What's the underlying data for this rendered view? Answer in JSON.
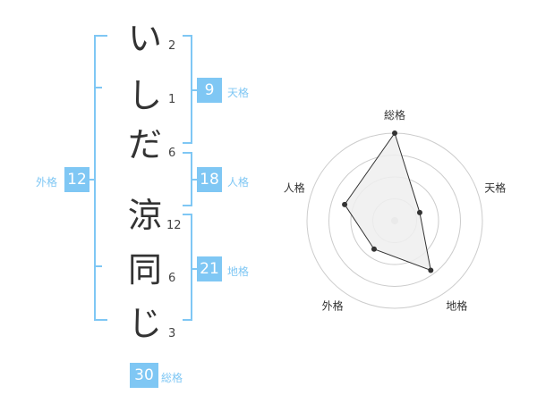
{
  "name": {
    "chars": [
      {
        "char": "い",
        "strokes": "2"
      },
      {
        "char": "し",
        "strokes": "1"
      },
      {
        "char": "だ",
        "strokes": "6"
      },
      {
        "char": "涼",
        "strokes": "12"
      },
      {
        "char": "同",
        "strokes": "6"
      },
      {
        "char": "じ",
        "strokes": "3"
      }
    ]
  },
  "fortunes": {
    "tenkaku": {
      "value": "9",
      "label": "天格"
    },
    "jinkaku": {
      "value": "18",
      "label": "人格"
    },
    "chikaku": {
      "value": "21",
      "label": "地格"
    },
    "gaikaku": {
      "value": "12",
      "label": "外格"
    },
    "soukaku": {
      "value": "30",
      "label": "総格"
    }
  },
  "chart_data": {
    "type": "radar",
    "axes": [
      "総格",
      "天格",
      "地格",
      "外格",
      "人格"
    ],
    "values": [
      30,
      9,
      21,
      12,
      18
    ],
    "rmax": 30,
    "rings": 4,
    "grid": true,
    "colors": {
      "fill": "#efefef",
      "stroke": "#333333",
      "grid": "#cccccc",
      "center": "#cfcfcf"
    }
  },
  "colors": {
    "accent": "#7fc7f4"
  }
}
